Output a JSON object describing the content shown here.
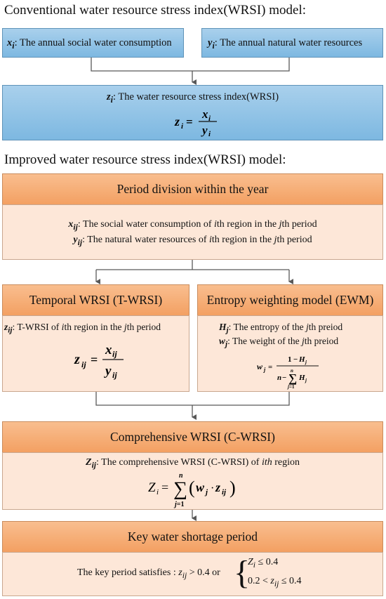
{
  "conventional": {
    "heading": "Conventional water resource stress index(WRSI) model:",
    "x_box": {
      "var": "x",
      "sub": "i",
      "text": ": The annual social water consumption"
    },
    "y_box": {
      "var": "y",
      "sub": "i",
      "text": ": The annual natural water resources"
    },
    "z_box": {
      "var": "z",
      "sub": "i",
      "text": ": The water resource stress index(WRSI)"
    }
  },
  "improved": {
    "heading": "Improved water resource stress index(WRSI) model:",
    "period": {
      "title": "Period division within the year",
      "x_line": {
        "var": "x",
        "sub": "ij",
        "t1": ": The social water consumption of ",
        "ivar": "i",
        "t2": "th region in the ",
        "jvar": "j",
        "t3": "th period"
      },
      "y_line": {
        "var": "y",
        "sub": "ij",
        "t1": ": The natural water resources of ",
        "ivar": "i",
        "t2": "th region in the ",
        "jvar": "j",
        "t3": "th period"
      }
    },
    "twrsi": {
      "title": "Temporal WRSI (T-WRSI)",
      "line": {
        "var": "z",
        "sub": "ij",
        "t1": ": T-WRSI of ",
        "ivar": "i",
        "t2": "th region in the ",
        "jvar": "j",
        "t3": "th period"
      }
    },
    "ewm": {
      "title": "Entropy weighting model (EWM)",
      "h_line": {
        "var": "H",
        "sub": "j",
        "t1": ": The entropy of the ",
        "jvar": "j",
        "t2": "th preiod"
      },
      "w_line": {
        "var": "w",
        "sub": "j",
        "t1": ": The weight of the ",
        "jvar": "j",
        "t2": "th preiod"
      }
    },
    "cwrsi": {
      "title": "Comprehensive WRSI (C-WRSI)",
      "line": {
        "var": "Z",
        "sub": "ij",
        "t1": ": The comprehensive WRSI (C-WRSI) of ",
        "ivar": "ith",
        "t2": " region"
      }
    },
    "key": {
      "title": "Key water shortage period",
      "text": "The key period satisfies : ",
      "or": " or ",
      "cond_gt": "> 0.4",
      "cond1": "≤ 0.4",
      "cond2_left": "0.2 <",
      "cond2_right": "≤ 0.4"
    }
  },
  "colors": {
    "blue": "#8dc1e6",
    "orange": "#f5a96e",
    "peach": "#fde7d8",
    "connector": "#595959"
  }
}
